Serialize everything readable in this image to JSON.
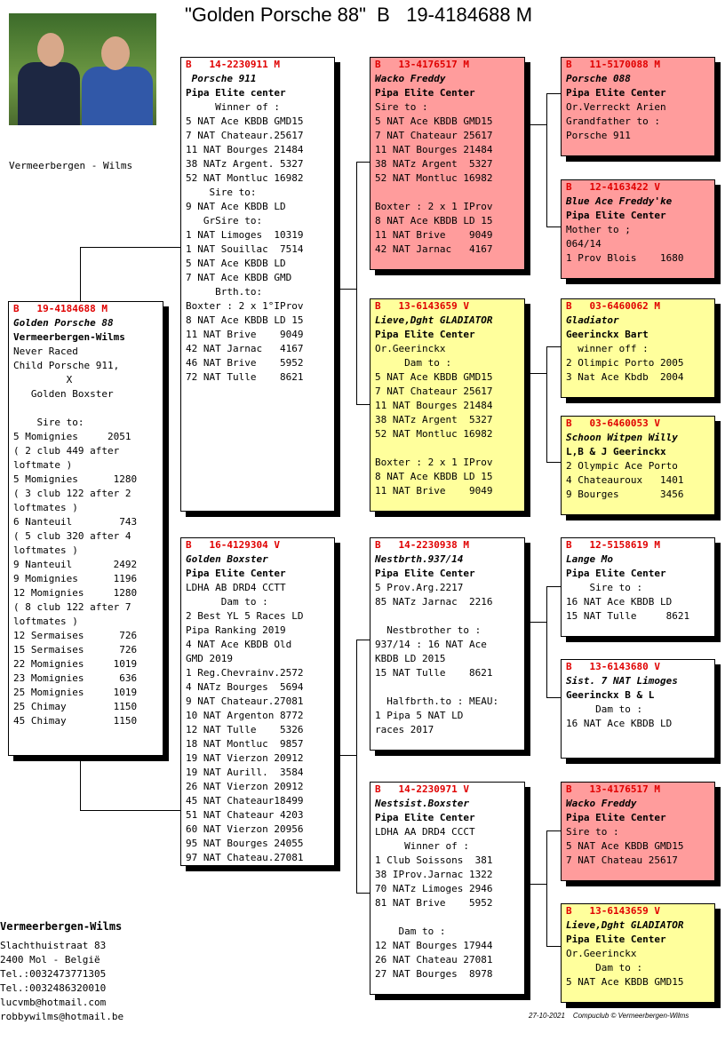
{
  "header": {
    "title": "\"Golden Porsche 88\"  B   19-4184688 M"
  },
  "owner_small": "Vermeerbergen - Wilms",
  "subject": {
    "ring": "B   19-4184688 M",
    "lines": [
      "Golden Porsche 88",
      "Vermeerbergen-Wilms",
      "Never Raced",
      "Child Porsche 911,",
      "         X",
      "   Golden Boxster",
      "",
      "    Sire to:",
      "5 Momignies     2051",
      "( 2 club 449 after",
      "loftmate )",
      "5 Momignies      1280",
      "( 3 club 122 after 2",
      "loftmates )",
      "6 Nanteuil        743",
      "( 5 club 320 after 4",
      "loftmates )",
      "9 Nanteuil       2492",
      "9 Momignies      1196",
      "12 Momignies     1280",
      "( 8 club 122 after 7",
      "loftmates )",
      "12 Sermaises      726",
      "15 Sermaises      726",
      "22 Momignies     1019",
      "23 Momignies      636",
      "25 Momignies     1019",
      "25 Chimay        1150",
      "45 Chimay        1150"
    ]
  },
  "sire": {
    "ring": "B   14-2230911 M",
    "lines": [
      " Porsche 911",
      "Pipa Elite center",
      "     Winner of :",
      "5 NAT Ace KBDB GMD15",
      "7 NAT Chateaur.25617",
      "11 NAT Bourges 21484",
      "38 NATz Argent. 5327",
      "52 NAT Montluc 16982",
      "    Sire to:",
      "9 NAT Ace KBDB LD",
      "   GrSire to:",
      "1 NAT Limoges  10319",
      "1 NAT Souillac  7514",
      "5 NAT Ace KBDB LD",
      "7 NAT Ace KBDB GMD",
      "     Brth.to:",
      "Boxter : 2 x 1°IProv",
      "8 NAT Ace KBDB LD 15",
      "11 NAT Brive    9049",
      "42 NAT Jarnac   4167",
      "46 NAT Brive    5952",
      "72 NAT Tulle    8621"
    ]
  },
  "dam": {
    "ring": "B   16-4129304 V",
    "lines": [
      "Golden Boxster",
      "Pipa Elite Center",
      "LDHA AB DRD4 CCTT",
      "      Dam to :",
      "2 Best YL 5 Races LD",
      "Pipa Ranking 2019",
      "4 NAT Ace KBDB Old",
      "GMD 2019",
      "1 Reg.Chevrainv.2572",
      "4 NATz Bourges  5694",
      "9 NAT Chateaur.27081",
      "10 NAT Argenton 8772",
      "12 NAT Tulle    5326",
      "18 NAT Montluc  9857",
      "19 NAT Vierzon 20912",
      "19 NAT Aurill.  3584",
      "26 NAT Vierzon 20912",
      "45 NAT Chateaur18499",
      "51 NAT Chateaur 4203",
      "60 NAT Vierzon 20956",
      "95 NAT Bourges 24055",
      "97 NAT Chateau.27081"
    ]
  },
  "ss": {
    "ring": "B   13-4176517 M",
    "lines": [
      "Wacko Freddy",
      "Pipa Elite Center",
      "Sire to :",
      "5 NAT Ace KBDB GMD15",
      "7 NAT Chateaur 25617",
      "11 NAT Bourges 21484",
      "38 NATz Argent  5327",
      "52 NAT Montluc 16982",
      "",
      "Boxter : 2 x 1 IProv",
      "8 NAT Ace KBDB LD 15",
      "11 NAT Brive    9049",
      "42 NAT Jarnac   4167"
    ]
  },
  "sd": {
    "ring": "B   13-6143659 V",
    "lines": [
      "Lieve,Dght GLADIATOR",
      "Pipa Elite Center",
      "Or.Geerinckx",
      "     Dam to :",
      "5 NAT Ace KBDB GMD15",
      "7 NAT Chateaur 25617",
      "11 NAT Bourges 21484",
      "38 NATz Argent  5327",
      "52 NAT Montluc 16982",
      "",
      "Boxter : 2 x 1 IProv",
      "8 NAT Ace KBDB LD 15",
      "11 NAT Brive    9049"
    ]
  },
  "ds": {
    "ring": "B   14-2230938 M",
    "lines": [
      "Nestbrth.937/14",
      "Pipa Elite Center",
      "5 Prov.Arg.2217",
      "85 NATz Jarnac  2216",
      "",
      "  Nestbrother to :",
      "937/14 : 16 NAT Ace",
      "KBDB LD 2015",
      "15 NAT Tulle    8621",
      "",
      "  Halfbrth.to : MEAU:",
      "1 Pipa 5 NAT LD",
      "races 2017"
    ]
  },
  "dd": {
    "ring": "B   14-2230971 V",
    "lines": [
      "Nestsist.Boxster",
      "Pipa Elite Center",
      "LDHA AA DRD4 CCCT",
      "     Winner of :",
      "1 Club Soissons  381",
      "38 IProv.Jarnac 1322",
      "70 NATz Limoges 2946",
      "81 NAT Brive    5952",
      "",
      "    Dam to :",
      "12 NAT Bourges 17944",
      "26 NAT Chateau 27081",
      "27 NAT Bourges  8978"
    ]
  },
  "sss": {
    "ring": "B   11-5170088 M",
    "lines": [
      "Porsche 088",
      "Pipa Elite Center",
      "Or.Verreckt Arien",
      "Grandfather to :",
      "Porsche 911"
    ]
  },
  "ssd": {
    "ring": "B   12-4163422 V",
    "lines": [
      "Blue Ace Freddy'ke",
      "Pipa Elite Center",
      "Mother to ;",
      "064/14",
      "1 Prov Blois    1680"
    ]
  },
  "sds": {
    "ring": "B   03-6460062 M",
    "lines": [
      "Gladiator",
      "Geerinckx Bart",
      "  winner off :",
      "2 Olimpic Porto 2005",
      "3 Nat Ace Kbdb  2004"
    ]
  },
  "sdd": {
    "ring": "B   03-6460053 V",
    "lines": [
      "Schoon Witpen Willy",
      "L,B & J Geerinckx",
      "2 Olympic Ace Porto",
      "4 Chateauroux   1401",
      "9 Bourges       3456"
    ]
  },
  "dss": {
    "ring": "B   12-5158619 M",
    "lines": [
      "Lange Mo",
      "Pipa Elite Center",
      "    Sire to :",
      "16 NAT Ace KBDB LD",
      "15 NAT Tulle     8621"
    ]
  },
  "dsd": {
    "ring": "B   13-6143680 V",
    "lines": [
      "Sist. 7 NAT Limoges",
      "Geerinckx B & L",
      "     Dam to :",
      "16 NAT Ace KBDB LD"
    ]
  },
  "dds": {
    "ring": "B   13-4176517 M",
    "lines": [
      "Wacko Freddy",
      "Pipa Elite Center",
      "Sire to :",
      "5 NAT Ace KBDB GMD15",
      "7 NAT Chateau 25617"
    ]
  },
  "ddd": {
    "ring": "B   13-6143659 V",
    "lines": [
      "Lieve,Dght GLADIATOR",
      "Pipa Elite Center",
      "Or.Geerinckx",
      "     Dam to :",
      "5 NAT Ace KBDB GMD15"
    ]
  },
  "footer": {
    "name": "Vermeerbergen-Wilms",
    "lines": [
      "Slachthuistraat 83",
      "2400  Mol - België",
      "Tel.:0032473771305",
      "Tel.:0032486320010",
      "lucvmb@hotmail.com",
      "robbywilms@hotmail.be"
    ]
  },
  "stamp": "27-10-2021    Compuclub © Vermeerbergen-Wilms"
}
